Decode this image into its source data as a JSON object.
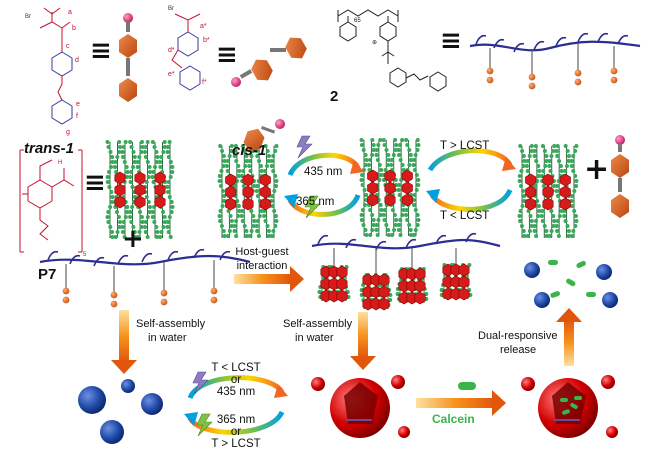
{
  "labels": {
    "trans1": "trans-1",
    "cis1": "cis-1",
    "polymer2": "2",
    "p7": "P7",
    "wavelength_435": "435 nm",
    "wavelength_365": "365 nm",
    "t_gt_lcst": "T > LCST",
    "t_lt_lcst": "T < LCST",
    "host_guest_line1": "Host-guest",
    "host_guest_line2": "interaction",
    "self_assembly_line1": "Self-assembly",
    "self_assembly_line2": "in water",
    "self_assembly2_line1": "Self-assembly",
    "self_assembly2_line2": "in water",
    "dual_line1": "Dual-responsive",
    "dual_line2": "release",
    "cycle_top_1": "T < LCST",
    "cycle_top_2": "or",
    "cycle_top_3": "435 nm",
    "cycle_bot_1": "365 nm",
    "cycle_bot_2": "or",
    "cycle_bot_3": "T > LCST",
    "calcein": "Calcein",
    "equals": "≡",
    "plus": "+",
    "subscript_65": "65",
    "subscript_5": "5"
  },
  "colors": {
    "guest_orange": "#d2691e",
    "guest_pink": "#e0207a",
    "polymer_blue": "#2b2f8f",
    "pillar_green": "#2e8b57",
    "pillar_red": "#d71a1a",
    "vesicle_red": "#d40000",
    "blue_ball": "#1f4aa8",
    "calcein_green": "#39b54a",
    "arrow_orange": "#f7941d",
    "structure_red": "#c8102e"
  },
  "icons": [
    "lightning-icon",
    "arrow-icon"
  ]
}
